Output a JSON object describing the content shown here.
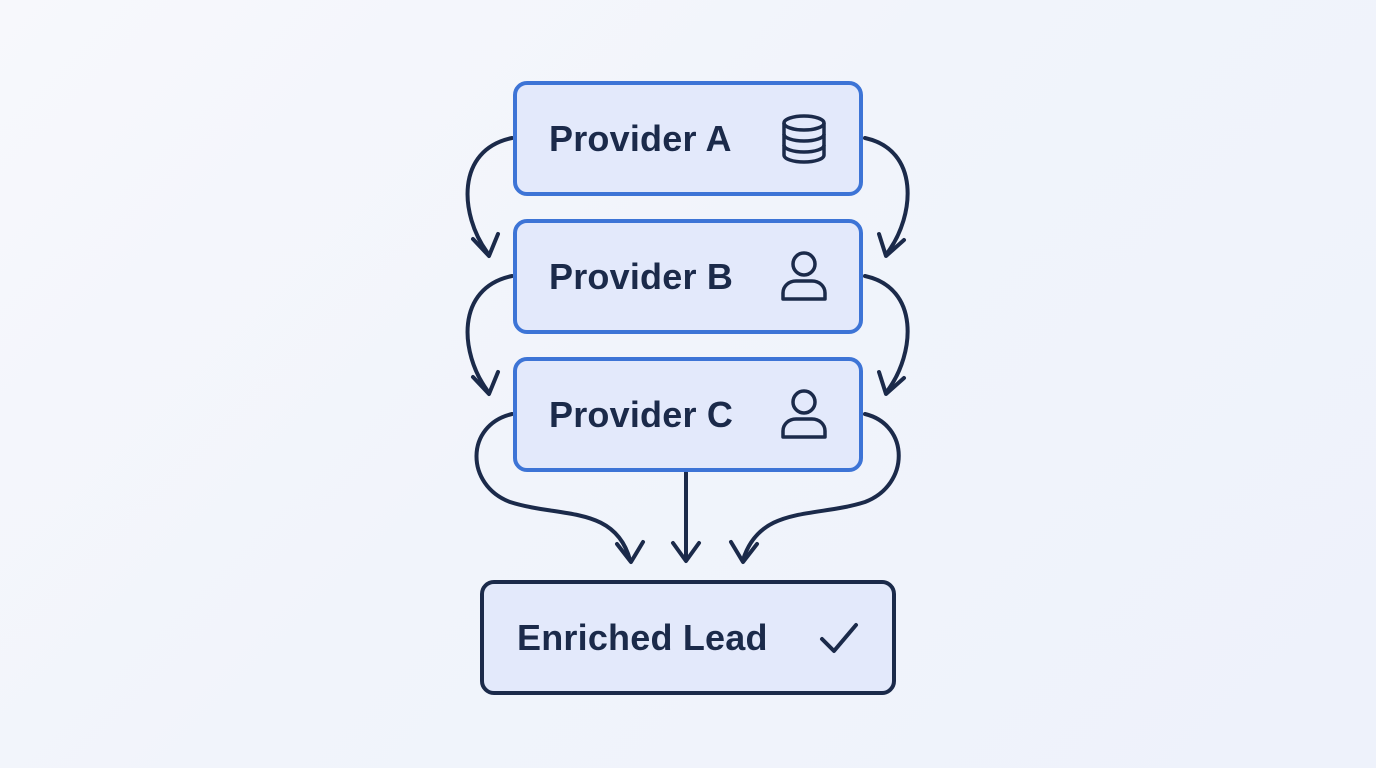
{
  "diagram": {
    "providers": [
      {
        "label": "Provider A",
        "icon": "database-icon"
      },
      {
        "label": "Provider B",
        "icon": "user-icon"
      },
      {
        "label": "Provider C",
        "icon": "user-icon"
      }
    ],
    "result": {
      "label": "Enriched Lead",
      "icon": "checkmark-icon"
    }
  },
  "colors": {
    "provider_border": "#3d74d6",
    "result_border": "#1b2a4a",
    "node_fill": "#e3e9fb",
    "arrow": "#1b2a4a",
    "text": "#1b2a4a",
    "background": "#f3f5fb"
  }
}
